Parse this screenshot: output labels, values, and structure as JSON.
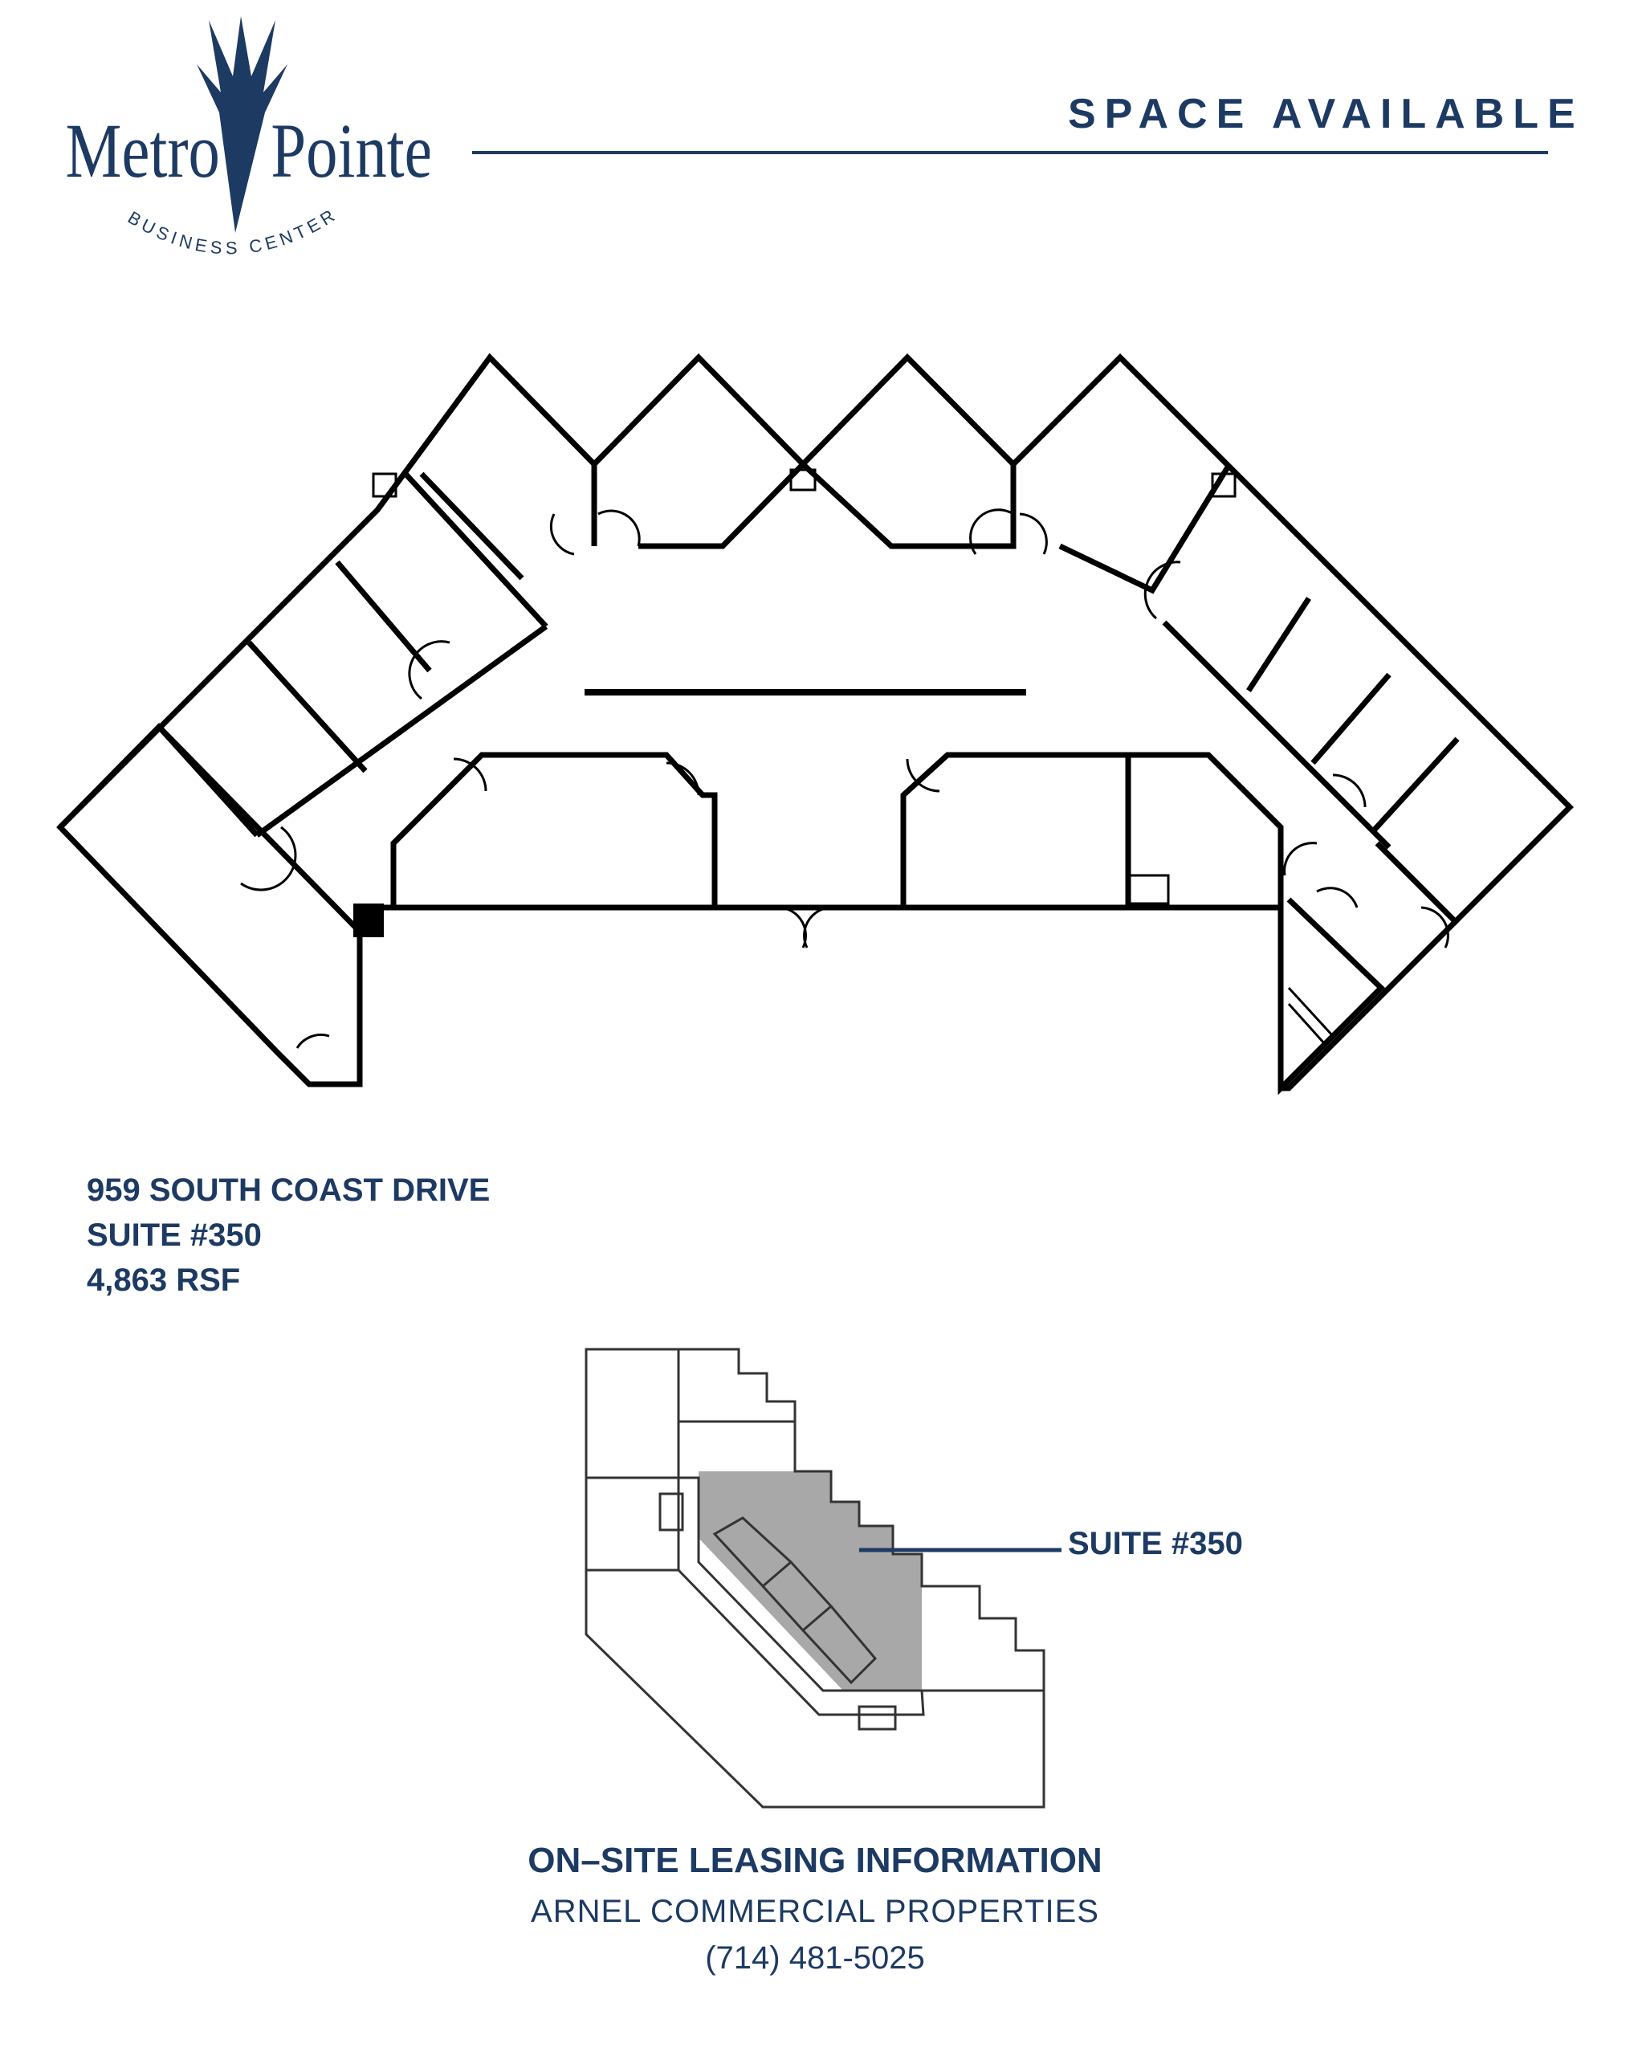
{
  "logo": {
    "word_left": "Metro",
    "word_right": "Pointe",
    "tagline": "BUSINESS CENTER"
  },
  "header": {
    "title": "SPACE AVAILABLE"
  },
  "suite": {
    "address": "959 SOUTH COAST DRIVE",
    "suite_number": "SUITE #350",
    "area": "4,863 RSF"
  },
  "key_plan": {
    "callout_label": "SUITE #350",
    "highlight_color": "#a8a8a8"
  },
  "footer": {
    "title": "ON–SITE LEASING INFORMATION",
    "company": "ARNEL COMMERCIAL PROPERTIES",
    "phone": "(714) 481-5025"
  },
  "colors": {
    "brand_navy": "#1d3a63",
    "wall": "#000000"
  }
}
